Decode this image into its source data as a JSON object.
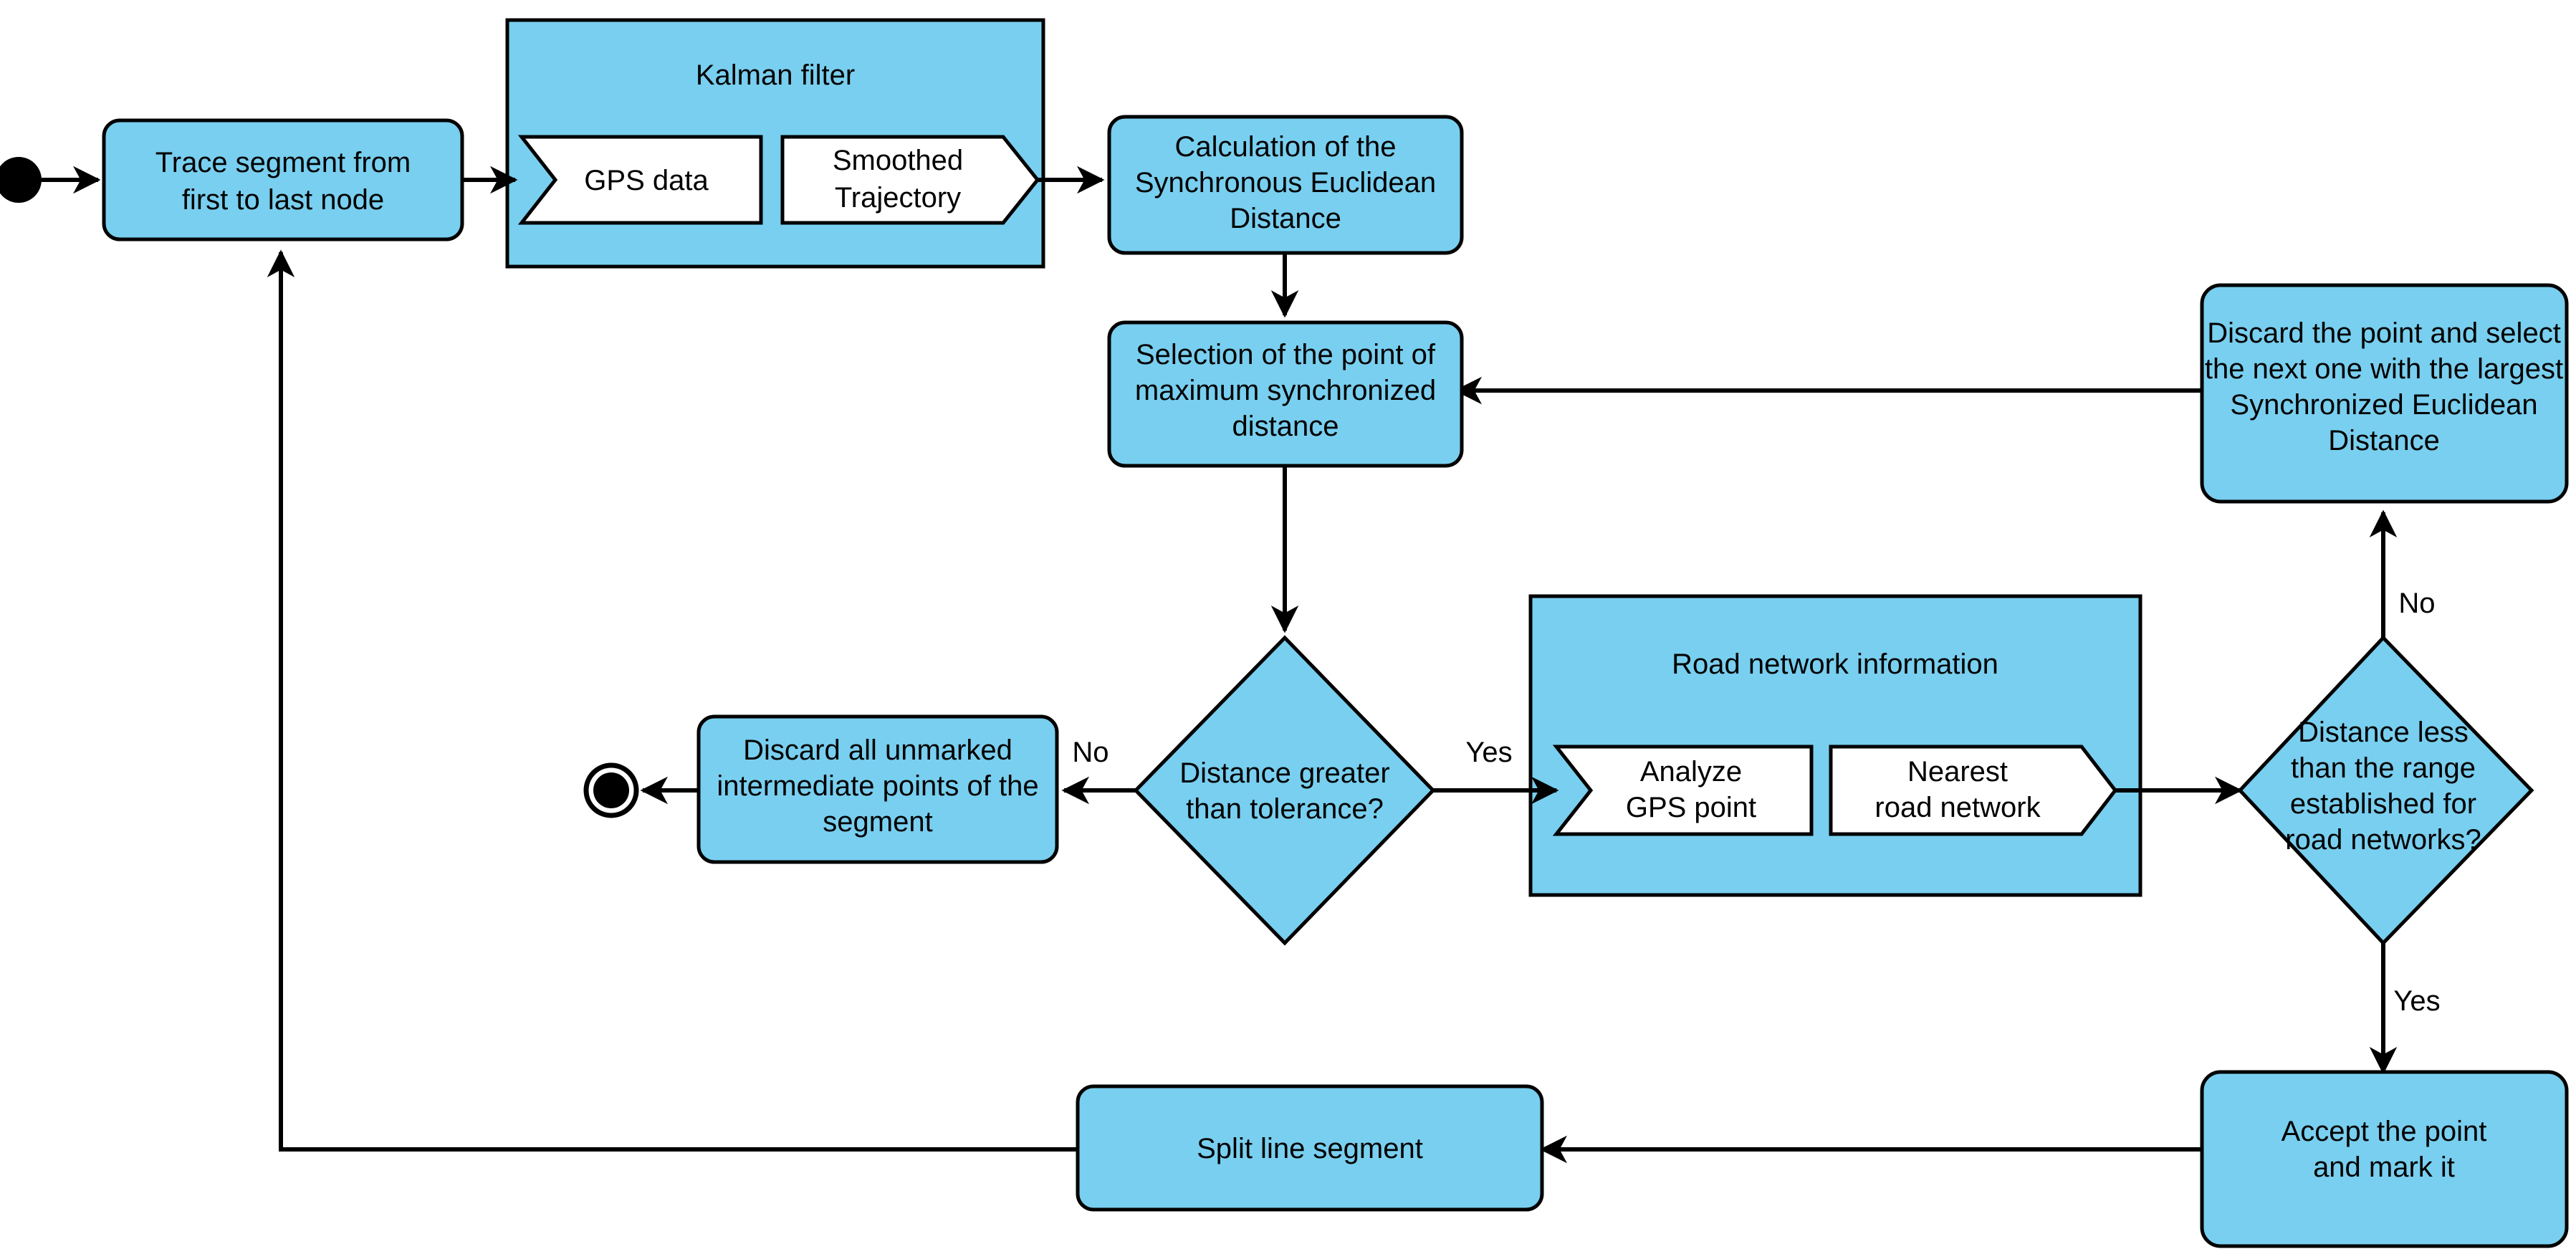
{
  "diagram": {
    "title": "GPS trajectory simplification activity diagram",
    "accent_color": "#79CFEF",
    "line_color": "#000000",
    "background_color": "#FFFFFF"
  },
  "nodes": {
    "start": {
      "name": "start-node",
      "shape": "filled-circle"
    },
    "end": {
      "name": "end-node",
      "shape": "double-circle"
    },
    "trace_segment": {
      "label_line1": "Trace segment from",
      "label_line2": "first to last node",
      "shape": "rounded-rect"
    },
    "kalman_group": {
      "label": "Kalman filter",
      "shape": "group-rect"
    },
    "gps_data": {
      "label": "GPS data",
      "shape": "chevron-in"
    },
    "smoothed_trajectory": {
      "label_line1": "Smoothed",
      "label_line2": "Trajectory",
      "shape": "chevron-out"
    },
    "calculation_sed": {
      "label_line1": "Calculation of the",
      "label_line2": "Synchronous Euclidean",
      "label_line3": "Distance",
      "shape": "rounded-rect"
    },
    "selection_max": {
      "label_line1": "Selection of the point of",
      "label_line2": "maximum synchronized",
      "label_line3": "distance",
      "shape": "rounded-rect"
    },
    "discard_select_next": {
      "label_line1": "Discard the point and select",
      "label_line2": "the next one with the largest",
      "label_line3": "Synchronized Euclidean",
      "label_line4": "Distance",
      "shape": "rounded-rect"
    },
    "decision_tolerance": {
      "label_line1": "Distance greater",
      "label_line2": "than tolerance?",
      "shape": "diamond"
    },
    "discard_unmarked": {
      "label_line1": "Discard all unmarked",
      "label_line2": "intermediate points of the",
      "label_line3": "segment",
      "shape": "rounded-rect"
    },
    "road_network_group": {
      "label": "Road network information",
      "shape": "group-rect"
    },
    "analyze_gps_point": {
      "label_line1": "Analyze",
      "label_line2": "GPS point",
      "shape": "chevron-in"
    },
    "nearest_road_network": {
      "label_line1": "Nearest",
      "label_line2": "road network",
      "shape": "chevron-out"
    },
    "decision_range": {
      "label_line1": "Distance less",
      "label_line2": "than the range",
      "label_line3": "established for",
      "label_line4": "road networks?",
      "shape": "diamond"
    },
    "accept_point": {
      "label_line1": "Accept the point",
      "label_line2": "and mark it",
      "shape": "rounded-rect"
    },
    "split_line_segment": {
      "label": "Split line segment",
      "shape": "rounded-rect"
    }
  },
  "edge_labels": {
    "tolerance_no": "No",
    "tolerance_yes": "Yes",
    "range_no": "No",
    "range_yes": "Yes"
  }
}
